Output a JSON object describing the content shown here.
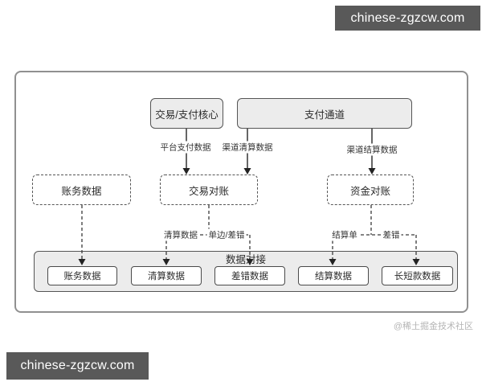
{
  "page": {
    "site_badge_top": "chinese-zgzcw.com",
    "site_badge_bottom": "chinese-zgzcw.com",
    "watermark": "@稀土掘金技术社区"
  },
  "diagram": {
    "nodes": {
      "core": "交易/支付核心",
      "channel": "支付通道",
      "accounting": "账务数据",
      "tx_recon": "交易对账",
      "fund_recon": "资金对账"
    },
    "edge_labels": {
      "platform_payment": "平台支付数据",
      "channel_clearing": "渠道清算数据",
      "channel_settlement": "渠道结算数据",
      "clearing_data": "清算数据",
      "unilateral_error": "单边/差错",
      "settlement_bill": "结算单",
      "error": "差错"
    },
    "container": {
      "title": "数据对接",
      "items": [
        {
          "label": "账务数据"
        },
        {
          "label": "清算数据"
        },
        {
          "label": "差错数据"
        },
        {
          "label": "结算数据"
        },
        {
          "label": "长短款数据"
        }
      ]
    }
  },
  "colors": {
    "badge_bg": "#595959",
    "frame_border": "#909090",
    "node_fill": "#ececec",
    "node_border": "#555555",
    "edge_line": "#333333",
    "watermark_color": "#b5b5b5"
  }
}
